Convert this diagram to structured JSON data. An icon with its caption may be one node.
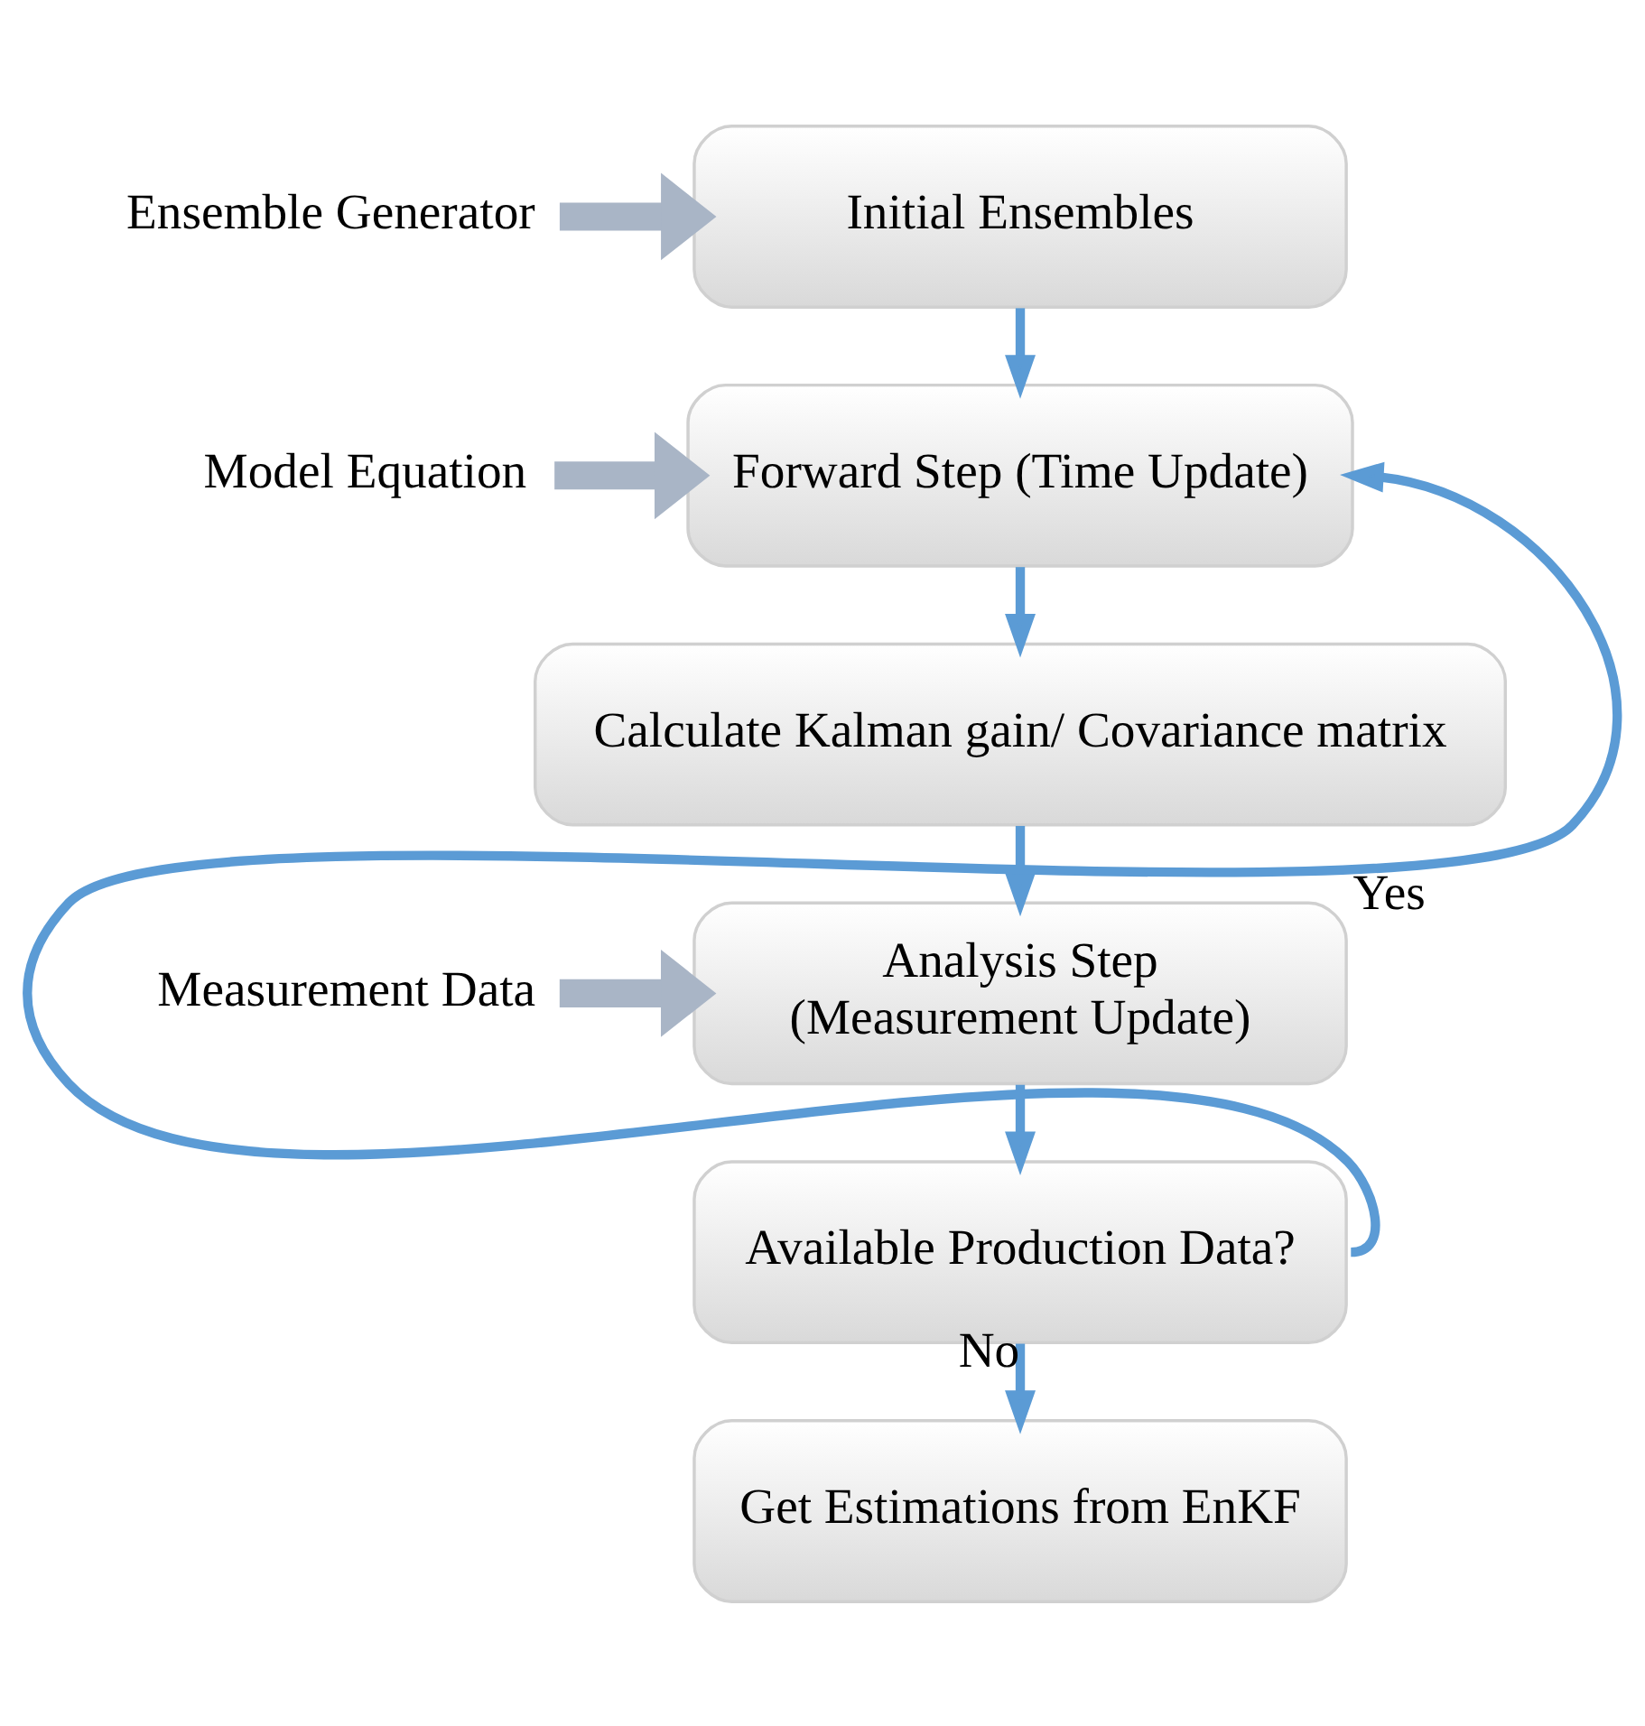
{
  "diagram": {
    "nodes": [
      {
        "text": [
          "Ensemble Generator"
        ]
      },
      {
        "text": [
          "Initial Ensembles"
        ]
      },
      {
        "text": [
          "Model Equation"
        ]
      },
      {
        "text": [
          "Forward Step (Time Update)"
        ]
      },
      {
        "text": [
          "Calculate Kalman gain/ Covariance matrix"
        ]
      },
      {
        "text": [
          "Measurement Data"
        ]
      },
      {
        "text": [
          "Analysis Step",
          "(Measurement Update)"
        ]
      },
      {
        "text": [
          "Available Production Data?"
        ]
      },
      {
        "text": [
          "Get Estimations from EnKF"
        ]
      }
    ],
    "edges": [
      {
        "from": 0,
        "to": 1,
        "arrow": "to",
        "style": "thick",
        "color": "#a9b5c6"
      },
      {
        "from": 1,
        "to": 3,
        "arrow": "to"
      },
      {
        "from": 2,
        "to": 3,
        "arrow": "to",
        "style": "thick",
        "color": "#a9b5c6"
      },
      {
        "from": 3,
        "to": 4,
        "arrow": "to"
      },
      {
        "from": 4,
        "to": 6,
        "arrow": "to"
      },
      {
        "from": 5,
        "to": 6,
        "arrow": "to",
        "style": "thick",
        "color": "#a9b5c6"
      },
      {
        "from": 6,
        "to": 7,
        "arrow": "to"
      },
      {
        "from": 7,
        "to": 3,
        "arrow": "to",
        "label": "Yes"
      },
      {
        "from": 7,
        "to": 8,
        "arrow": "to",
        "label": "No"
      }
    ]
  }
}
